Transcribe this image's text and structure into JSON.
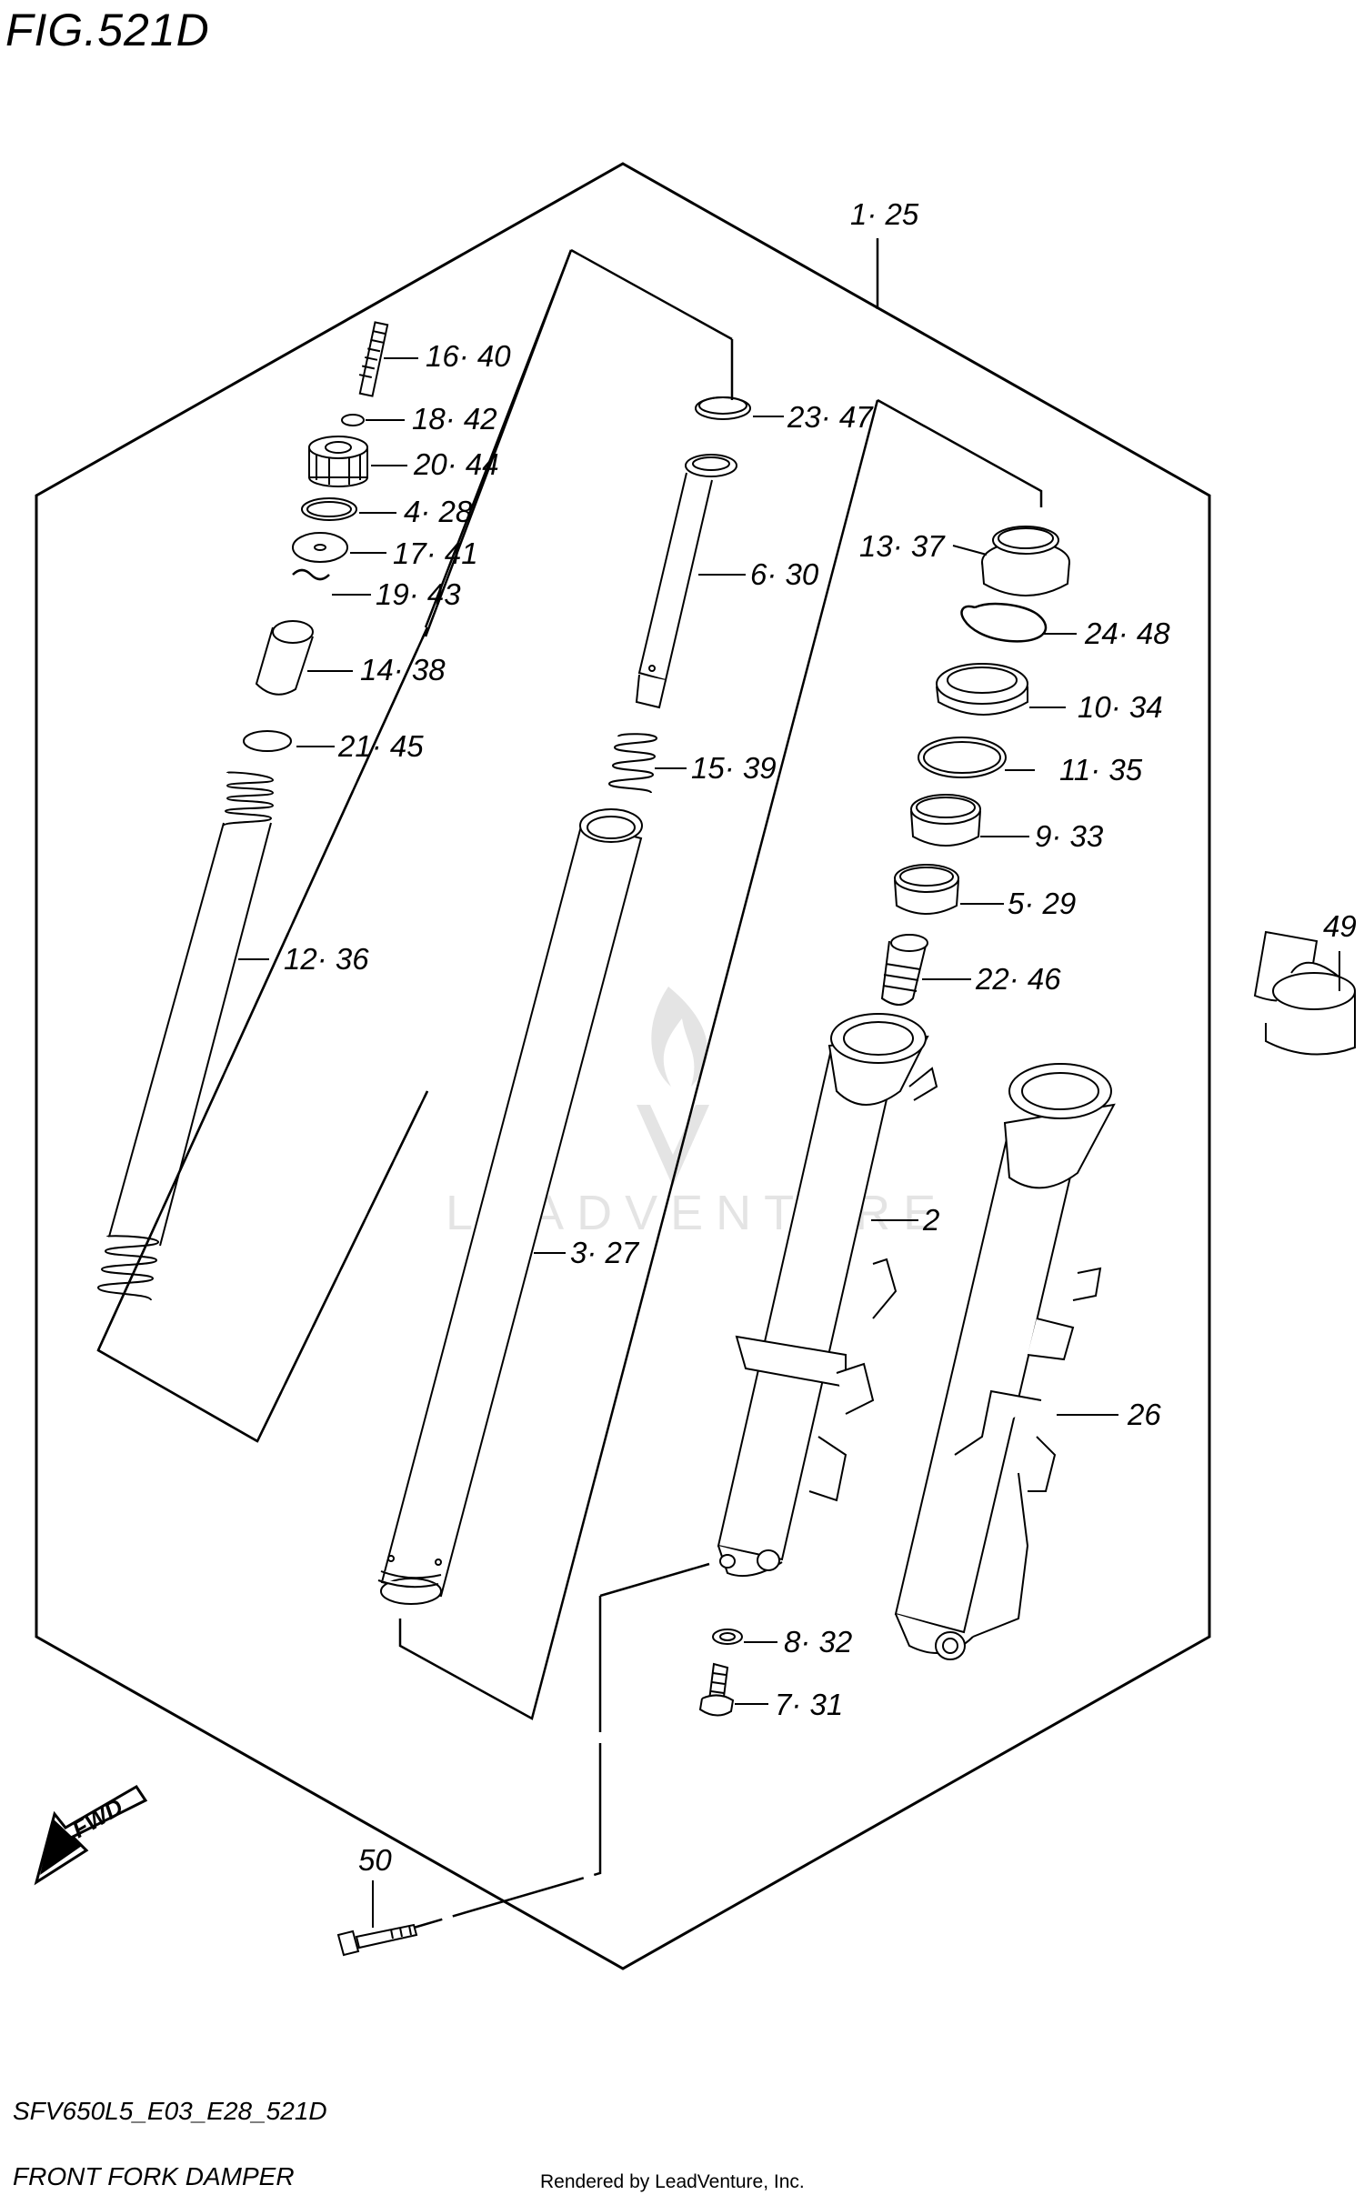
{
  "figure": {
    "title": "FIG.521D",
    "drawing_code": "SFV650L5_E03_E28_521D",
    "name": "FRONT FORK DAMPER",
    "credit": "Rendered by LeadVenture, Inc.",
    "watermark": "LEADVENTURE",
    "direction_label": "FWD"
  },
  "callouts": [
    {
      "id": "c-1-25",
      "label": "1· 25"
    },
    {
      "id": "c-16-40",
      "label": "16· 40"
    },
    {
      "id": "c-18-42",
      "label": "18· 42"
    },
    {
      "id": "c-20-44",
      "label": "20· 44"
    },
    {
      "id": "c-4-28",
      "label": "4· 28"
    },
    {
      "id": "c-17-41",
      "label": "17· 41"
    },
    {
      "id": "c-19-43",
      "label": "19· 43"
    },
    {
      "id": "c-14-38",
      "label": "14· 38"
    },
    {
      "id": "c-21-45",
      "label": "21· 45"
    },
    {
      "id": "c-12-36",
      "label": "12· 36"
    },
    {
      "id": "c-23-47",
      "label": "23· 47"
    },
    {
      "id": "c-6-30",
      "label": "6· 30"
    },
    {
      "id": "c-15-39",
      "label": "15· 39"
    },
    {
      "id": "c-3-27",
      "label": "3· 27"
    },
    {
      "id": "c-13-37",
      "label": "13· 37"
    },
    {
      "id": "c-24-48",
      "label": "24· 48"
    },
    {
      "id": "c-10-34",
      "label": "10· 34"
    },
    {
      "id": "c-11-35",
      "label": "11· 35"
    },
    {
      "id": "c-9-33",
      "label": "9· 33"
    },
    {
      "id": "c-5-29",
      "label": "5· 29"
    },
    {
      "id": "c-22-46",
      "label": "22· 46"
    },
    {
      "id": "c-49",
      "label": "49"
    },
    {
      "id": "c-2",
      "label": "2"
    },
    {
      "id": "c-26",
      "label": "26"
    },
    {
      "id": "c-8-32",
      "label": "8· 32"
    },
    {
      "id": "c-7-31",
      "label": "7· 31"
    },
    {
      "id": "c-50",
      "label": "50"
    }
  ],
  "colors": {
    "line": "#000000",
    "watermark": "#e4e4e4",
    "background": "#ffffff"
  }
}
